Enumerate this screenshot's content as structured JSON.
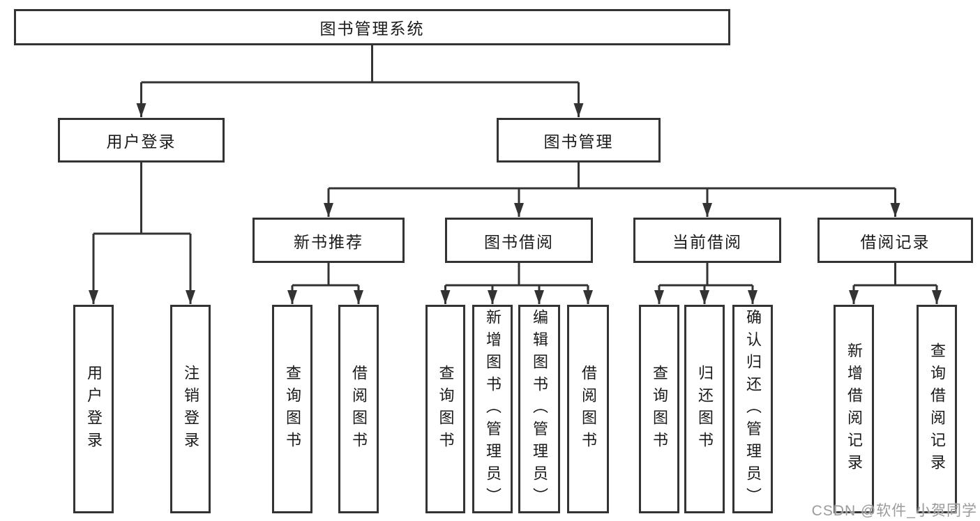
{
  "diagram_title": "图书管理系统",
  "nodes": {
    "root": {
      "label": "图书管理系统"
    },
    "user_login": {
      "label": "用户登录"
    },
    "book_mgmt": {
      "label": "图书管理"
    },
    "new_book_rec": {
      "label": "新书推荐"
    },
    "book_borrow": {
      "label": "图书借阅"
    },
    "current_borrow": {
      "label": "当前借阅"
    },
    "borrow_record": {
      "label": "借阅记录"
    },
    "leaf_user_login": {
      "label": "用户登录"
    },
    "leaf_logout": {
      "label": "注销登录"
    },
    "leaf_nb_query": {
      "label": "查询图书"
    },
    "leaf_nb_borrow": {
      "label": "借阅图书"
    },
    "leaf_bb_query": {
      "label": "查询图书"
    },
    "leaf_bb_add": {
      "label": "新增图书（管理员）"
    },
    "leaf_bb_edit": {
      "label": "编辑图书（管理员）"
    },
    "leaf_bb_borrow": {
      "label": "借阅图书"
    },
    "leaf_cb_query": {
      "label": "查询图书"
    },
    "leaf_cb_return": {
      "label": "归还图书"
    },
    "leaf_cb_confirm": {
      "label": "确认归还（管理员）"
    },
    "leaf_br_add": {
      "label": "新增借阅记录"
    },
    "leaf_br_query": {
      "label": "查询借阅记录"
    }
  },
  "hierarchy": {
    "root": [
      "user_login",
      "book_mgmt"
    ],
    "user_login": [
      "leaf_user_login",
      "leaf_logout"
    ],
    "book_mgmt": [
      "new_book_rec",
      "book_borrow",
      "current_borrow",
      "borrow_record"
    ],
    "new_book_rec": [
      "leaf_nb_query",
      "leaf_nb_borrow"
    ],
    "book_borrow": [
      "leaf_bb_query",
      "leaf_bb_add",
      "leaf_bb_edit",
      "leaf_bb_borrow"
    ],
    "current_borrow": [
      "leaf_cb_query",
      "leaf_cb_return",
      "leaf_cb_confirm"
    ],
    "borrow_record": [
      "leaf_br_add",
      "leaf_br_query"
    ]
  },
  "watermark": {
    "text": "CSDN @软件_小贺同学"
  },
  "colors": {
    "line": "#333333",
    "box_border": "#333333",
    "text": "#1a1a1a",
    "background": "#ffffff",
    "watermark": "#9b9b9b"
  }
}
